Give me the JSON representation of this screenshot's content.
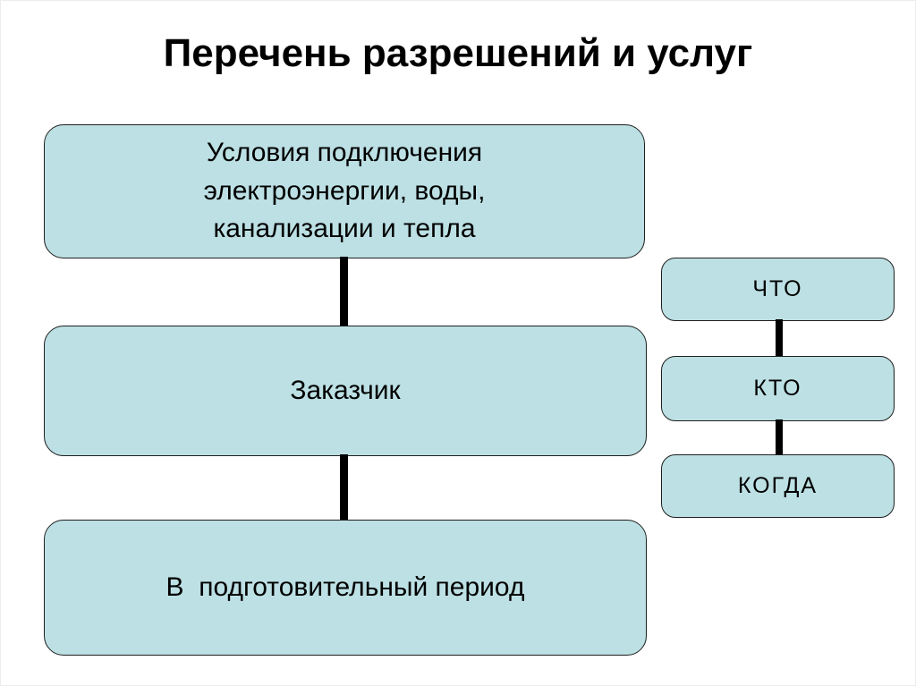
{
  "slide": {
    "title": "Перечень разрешений и услуг",
    "main_boxes": [
      {
        "label": "Условия подключения\nэлектроэнергии, воды,\nканализации и тепла"
      },
      {
        "label": "Заказчик"
      },
      {
        "label": "В  подготовительный период"
      }
    ],
    "side_boxes": [
      {
        "label": "ЧТО"
      },
      {
        "label": "КТО"
      },
      {
        "label": "КОГДА"
      }
    ],
    "colors": {
      "background": "#ffffff",
      "box_fill": "#bce0e4",
      "box_border": "#1f1f1f",
      "connector": "#000000",
      "text": "#000000"
    }
  }
}
